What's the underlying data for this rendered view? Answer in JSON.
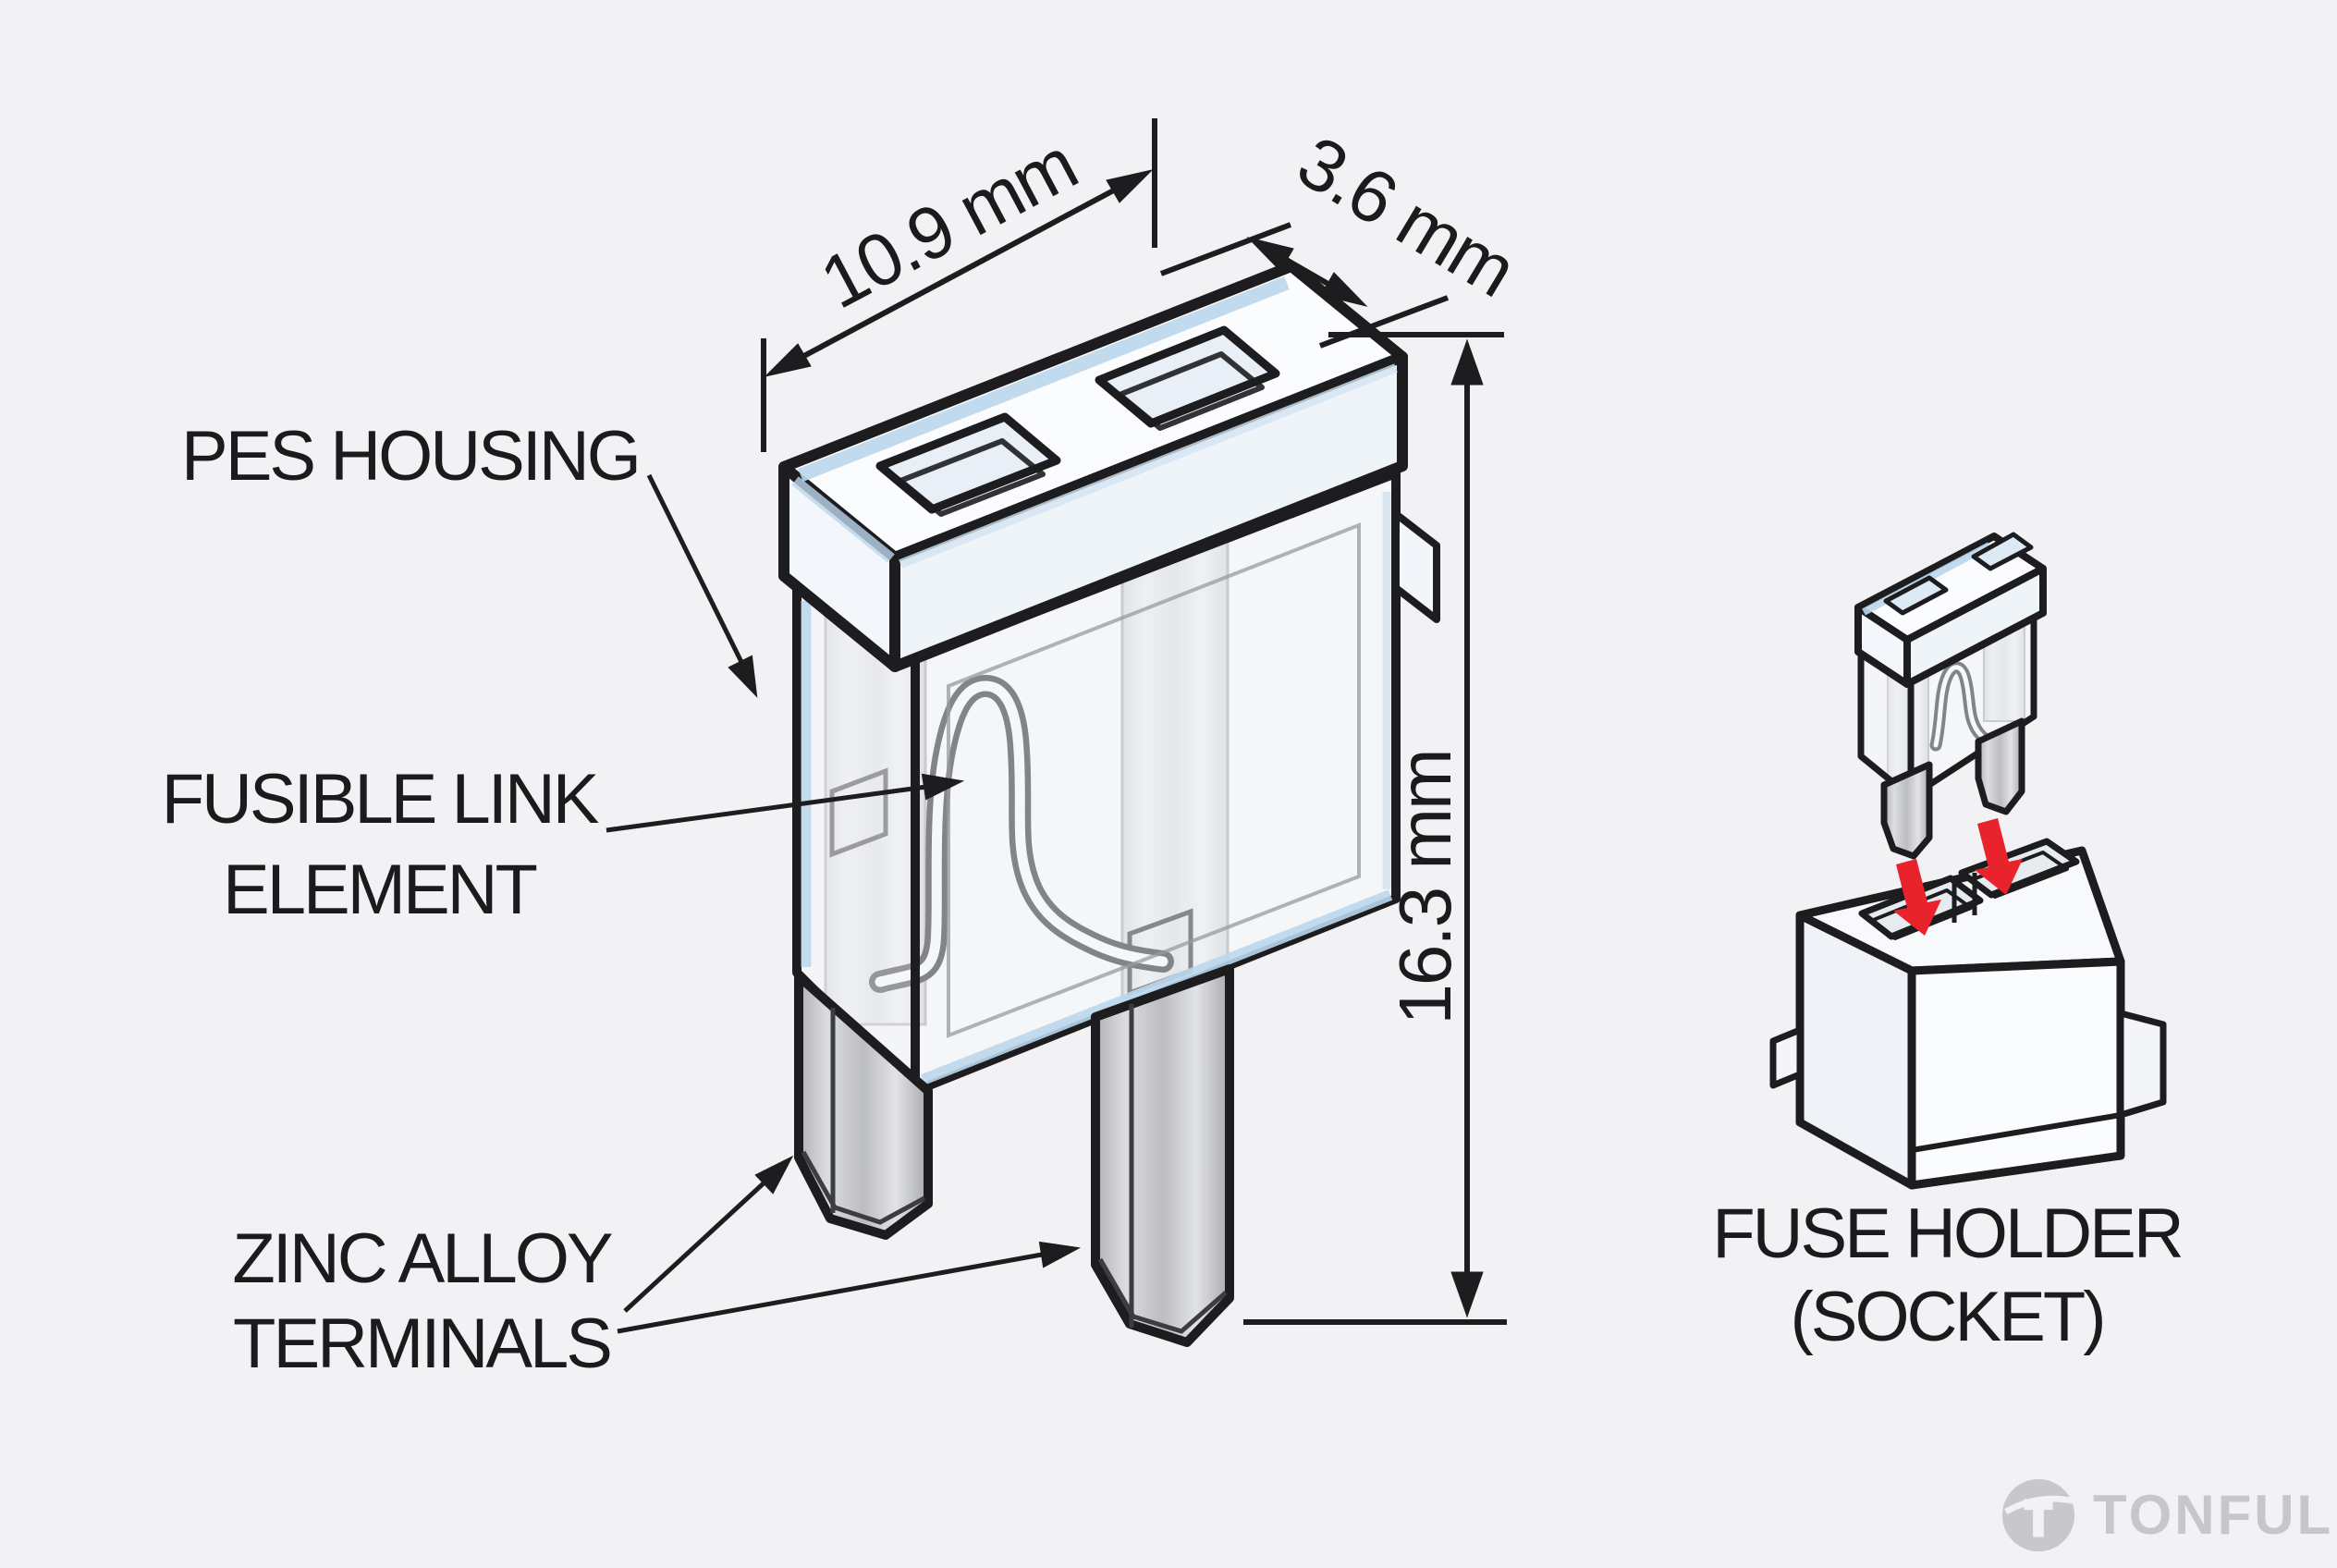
{
  "figure": {
    "subject": "mini-blade-fuse-cutaway-diagram",
    "background_color": "#f2f2f4",
    "ink_color": "#1d1d1f",
    "accent_blue": "#bcd7ec",
    "terminal_gray": "#c2c3c7",
    "arrow_red": "#e8232c",
    "watermark_color": "#c6c6cb"
  },
  "labels": {
    "pes_housing": "PES HOUSING",
    "fusible_link": {
      "line1": "FUSIBLE LINK",
      "line2": "ELEMENT"
    },
    "zinc_alloy": {
      "line1": "ZINC ALLOY",
      "line2": "TERMINALS"
    },
    "fuse_holder": {
      "line1": "FUSE HOLDER",
      "line2": "(SOCKET)"
    }
  },
  "dimensions": {
    "length": "10.9 mm",
    "depth": "3.6 mm",
    "height": "16.3 mm"
  },
  "watermark": {
    "brand": "TONFUL"
  }
}
